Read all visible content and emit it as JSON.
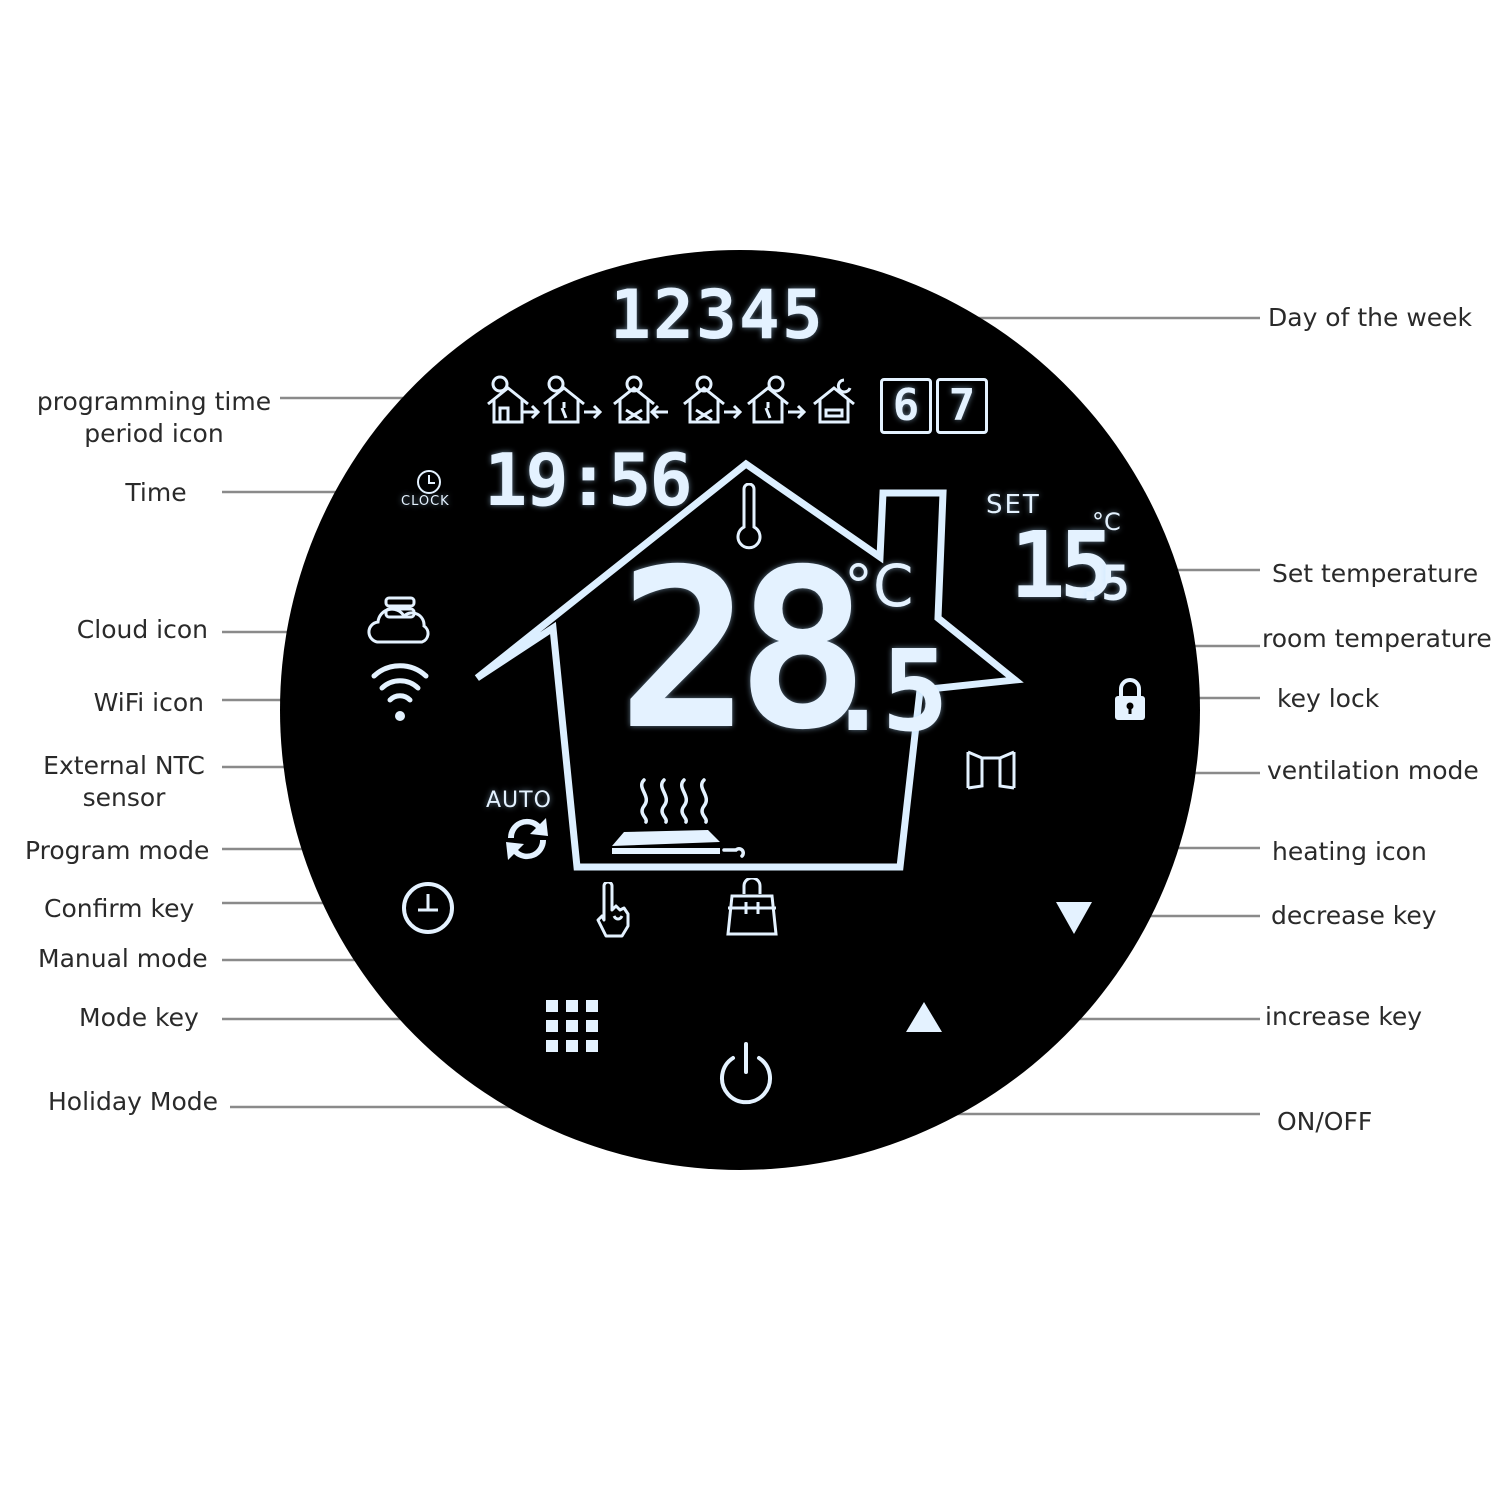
{
  "labels": {
    "day_of_week": "Day of the week",
    "programming_time": "programming time",
    "programming_time_2": "period icon",
    "time": "Time",
    "cloud_icon": "Cloud icon",
    "wifi_icon": "WiFi icon",
    "external_ntc": "External NTC",
    "external_ntc_2": "sensor",
    "program_mode": "Program mode",
    "confirm_key": "Confirm key",
    "manual_mode": "Manual mode",
    "mode_key": "Mode key",
    "holiday_mode": "Holiday Mode",
    "set_temperature": "Set temperature",
    "room_temperature": "room temperature",
    "key_lock": "key lock",
    "ventilation_mode": "ventilation mode",
    "heating_icon": "heating icon",
    "decrease_key": "decrease key",
    "increase_key": "increase key",
    "on_off": "ON/OFF"
  },
  "display": {
    "days": "12345",
    "day6": "6",
    "day7": "7",
    "clock_caption": "CLOCK",
    "time": "19:56",
    "set_caption": "SET",
    "set_temp_int": "15",
    "set_temp_dec": ".5",
    "set_unit": "°C",
    "room_temp_int": "28",
    "room_temp_dec": ".5",
    "room_unit": "°C",
    "auto_caption": "AUTO"
  },
  "icons": {
    "period_icons": [
      "wake-up-icon",
      "leave-home-icon",
      "return-home-icon",
      "leave-again-icon",
      "return-again-icon",
      "sleep-icon"
    ],
    "cloud": "cloud-icon",
    "wifi": "wifi-icon",
    "lock": "lock-icon",
    "ventilation": "window-icon",
    "heating": "floor-heating-icon",
    "program": "refresh-icon",
    "confirm": "clock-icon",
    "manual": "hand-icon",
    "holiday": "bag-icon",
    "mode": "grid-icon",
    "power": "power-icon",
    "decrease": "triangle-down-icon",
    "increase": "triangle-up-icon",
    "sensor": "thermometer-icon"
  },
  "colors": {
    "lcd": "#e4f2ff",
    "background": "#000000",
    "leader": "#8a8a8a"
  }
}
